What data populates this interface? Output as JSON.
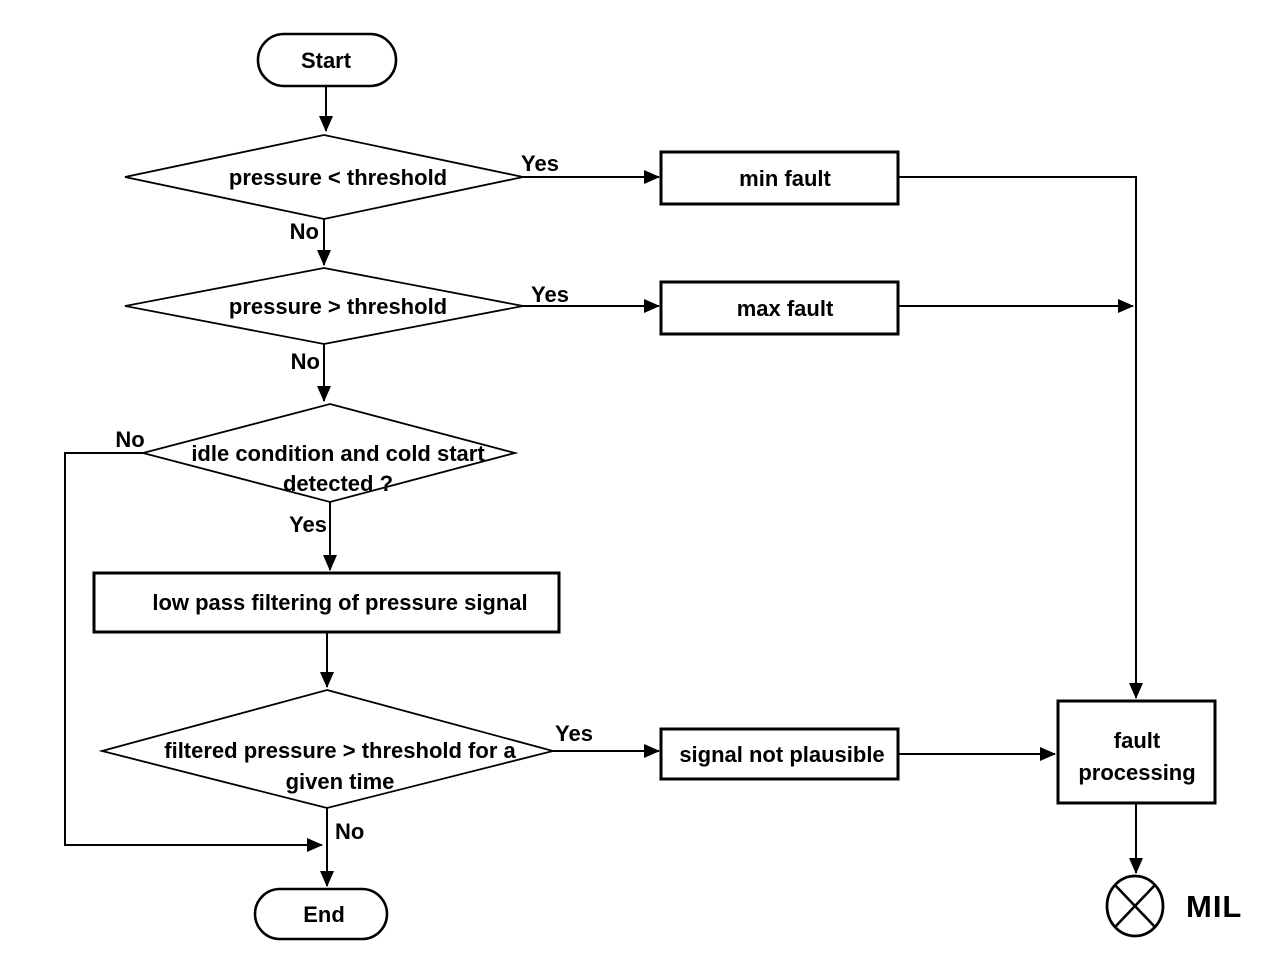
{
  "colors": {
    "background": "#ffffff",
    "stroke": "#000000",
    "text": "#000000"
  },
  "flowchart": {
    "nodes": {
      "start": {
        "label": "Start",
        "type": "terminator"
      },
      "decision_pressure_below": {
        "label": "pressure < threshold",
        "type": "decision"
      },
      "min_fault": {
        "label": "min fault",
        "type": "process"
      },
      "decision_pressure_above": {
        "label": "pressure > threshold",
        "type": "decision"
      },
      "max_fault": {
        "label": "max fault",
        "type": "process"
      },
      "decision_idle_cold_start": {
        "label_line1": "idle condition and cold start",
        "label_line2": "detected ?",
        "type": "decision"
      },
      "low_pass_filter": {
        "label": "low pass filtering of pressure signal",
        "type": "process"
      },
      "decision_filtered_pressure": {
        "label_line1": "filtered pressure > threshold for a",
        "label_line2": "given time",
        "type": "decision"
      },
      "signal_not_plausible": {
        "label": "signal not plausible",
        "type": "process"
      },
      "fault_processing": {
        "label_line1": "fault",
        "label_line2": "processing",
        "type": "process"
      },
      "end": {
        "label": "End",
        "type": "terminator"
      },
      "mil_indicator": {
        "label": "MIL",
        "type": "indicator"
      }
    },
    "edge_labels": {
      "pressure_below_yes": "Yes",
      "pressure_below_no": "No",
      "pressure_above_yes": "Yes",
      "pressure_above_no": "No",
      "idle_cold_no": "No",
      "idle_cold_yes": "Yes",
      "filtered_yes": "Yes",
      "filtered_no": "No"
    }
  }
}
